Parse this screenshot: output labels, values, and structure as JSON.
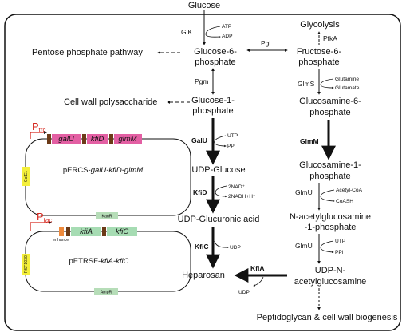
{
  "metabolites": {
    "glucose": "Glucose",
    "glc6p_1": "Glucose-6-",
    "glc6p_2": "phosphate",
    "ppp": "Pentose phosphate  pathway",
    "glycolysis": "Glycolysis",
    "f6p_1": "Fructose-6-",
    "f6p_2": "phosphate",
    "wallpoly": "Cell wall polysaccharide",
    "glc1p_1": "Glucose-1-",
    "glc1p_2": "phosphate",
    "gln6p_1": "Glucosamine-6-",
    "gln6p_2": "phosphate",
    "udpglc": "UDP-Glucose",
    "gln1p_1": "Glucosamine-1-",
    "gln1p_2": "phosphate",
    "udpglca": "UDP-Glucuronic acid",
    "nag_1": "N-acetylglucosamine",
    "nag_2": "-1-phosphate",
    "heparosan": "Heparosan",
    "udpnag_1": "UDP-N-",
    "udpnag_2": "acetylglucosamine",
    "peptido": "Peptidoglycan & cell wall biogenesis"
  },
  "enzymes": {
    "glk": "GlK",
    "pgi": "Pgi",
    "pfka": "PfkA",
    "pgm": "Pgm",
    "glms": "GlmS",
    "galu": "GalU",
    "glmm": "GlmM",
    "kfid": "KfiD",
    "glmu1": "GlmU",
    "kfic": "KfiC",
    "glmu2": "GlmU",
    "kfia": "KfiA"
  },
  "cofactors": {
    "atp": "ATP",
    "adp": "ADP",
    "glutamine": "Glutamine",
    "glutamate": "Glutamate",
    "utp1": "UTP",
    "ppi1": "PPi",
    "nad": "2NAD⁺",
    "nadh": "2NADH+H⁺",
    "acetylcoa": "Acetyl-CoA",
    "coash": "CoASH",
    "udp_kfic": "UDP",
    "utp2": "UTP",
    "ppi2": "PPi",
    "udp_kfia": "UDP"
  },
  "plasmid1": {
    "promoter": "P",
    "promoter_sub": "trc",
    "genes": [
      "galU",
      "kfiD",
      "glmM"
    ],
    "name_prefix": "pERCS-",
    "name_genes": "galU-kfiD-glmM",
    "ori": "ColE1",
    "marker": "KanR"
  },
  "plasmid2": {
    "promoter": "P",
    "promoter_sub": "tac",
    "enhancer": "enhancer",
    "genes": [
      "kfiA",
      "kfiC"
    ],
    "name_prefix": "pETRSF-",
    "name_genes": "kfiA-kfiC",
    "ori": "RSF1030",
    "marker": "AmpR"
  },
  "colors": {
    "gene_pink": "#e35fa3",
    "gene_green": "#a6dcb3",
    "ori_yellow": "#f4ef3a",
    "marker_green": "#b6ddb8",
    "rbs_brown": "#6b3a17",
    "enhancer_orange": "#ee8a3c",
    "promoter_red": "#d6281f"
  }
}
